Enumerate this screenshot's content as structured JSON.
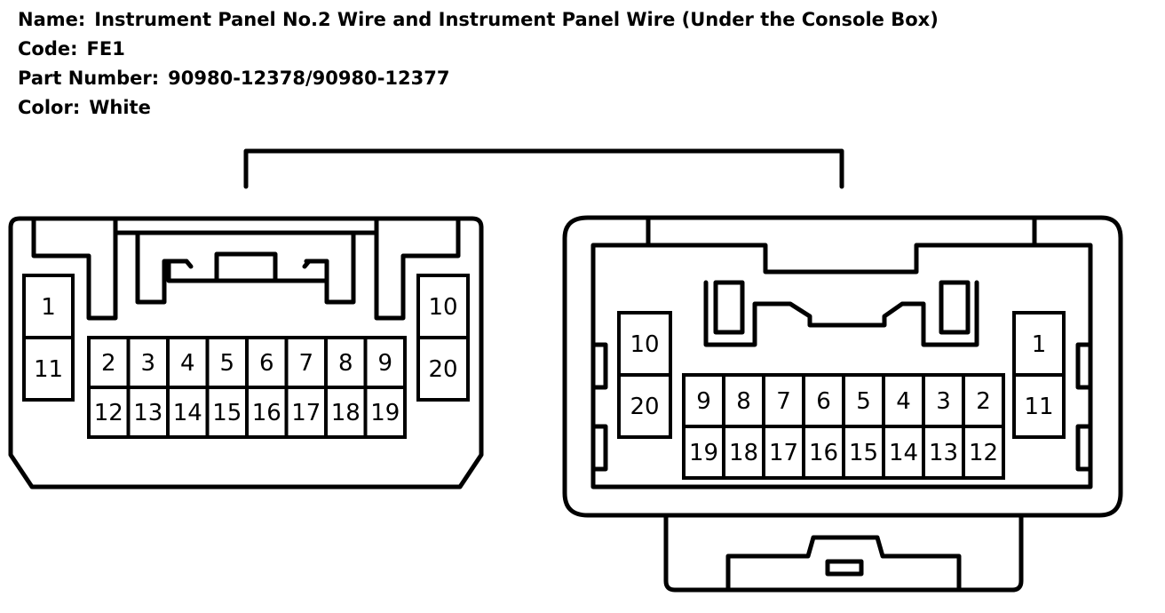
{
  "header": {
    "name_label": "Name:",
    "name_value": "Instrument Panel No.2 Wire and Instrument Panel Wire (Under the Console Box)",
    "code_label": "Code:",
    "code_value": "FE1",
    "part_label": "Part Number:",
    "part_value": "90980-12378/90980-12377",
    "color_label": "Color:",
    "color_value": "White"
  },
  "connectors": {
    "left": {
      "side_top_left": "1",
      "side_bottom_left": "11",
      "side_top_right": "10",
      "side_bottom_right": "20",
      "row_top": [
        "2",
        "3",
        "4",
        "5",
        "6",
        "7",
        "8",
        "9"
      ],
      "row_bottom": [
        "12",
        "13",
        "14",
        "15",
        "16",
        "17",
        "18",
        "19"
      ]
    },
    "right": {
      "side_top_left": "10",
      "side_bottom_left": "20",
      "side_top_right": "1",
      "side_bottom_right": "11",
      "row_top": [
        "9",
        "8",
        "7",
        "6",
        "5",
        "4",
        "3",
        "2"
      ],
      "row_bottom": [
        "19",
        "18",
        "17",
        "16",
        "15",
        "14",
        "13",
        "12"
      ]
    }
  }
}
